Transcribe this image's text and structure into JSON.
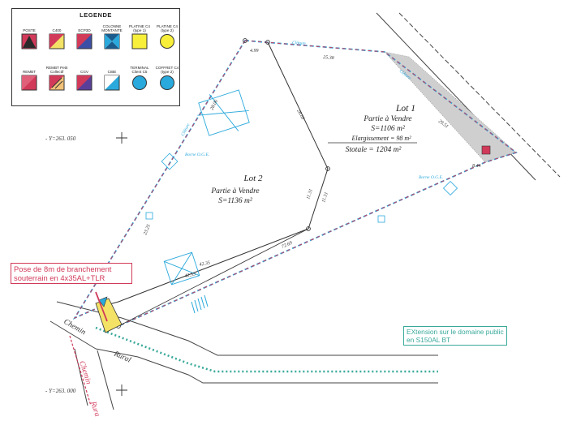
{
  "legend": {
    "title": "LEGENDE",
    "items": [
      {
        "label": "POSTE",
        "symbol": "poste",
        "fill": "#2a2a2a",
        "accent": "#d23a5a"
      },
      {
        "label": "C400",
        "symbol": "split",
        "fill": "#f3e266",
        "accent": "#d23a5a"
      },
      {
        "label": "ECP3D",
        "symbol": "split",
        "fill": "#3c4fa6",
        "accent": "#d23a5a"
      },
      {
        "label": "COLONNE MONTANTE",
        "symbol": "hourglass",
        "fill": "#2aa9dc",
        "accent": "#1b5c8c"
      },
      {
        "label": "PLATINE C4 (type 1)",
        "symbol": "square",
        "fill": "#f7ef3a",
        "accent": "#333333"
      },
      {
        "label": "PLATINE C4 (type 2)",
        "symbol": "circle",
        "fill": "#f7ef3a",
        "accent": "#333333"
      },
      {
        "label": "REMBT",
        "symbol": "split",
        "fill": "#d23a5a",
        "accent": "#e0607a"
      },
      {
        "label": "REMBT Petit Collectif",
        "symbol": "split-x",
        "fill": "#f3c27a",
        "accent": "#d23a5a"
      },
      {
        "label": "CGV",
        "symbol": "split",
        "fill": "#5a3f9a",
        "accent": "#d23a5a"
      },
      {
        "label": "CIBE",
        "symbol": "split",
        "fill": "#2aa9dc",
        "accent": "#ffffff"
      },
      {
        "label": "TERMINAL Client C5",
        "symbol": "circle",
        "fill": "#2aa9dc",
        "accent": "#333333"
      },
      {
        "label": "COFFRET C4 (type 2)",
        "symbol": "circle",
        "fill": "#2aa9dc",
        "accent": "#333333"
      }
    ]
  },
  "coords": {
    "y_top": "- Y=263. 050",
    "y_bottom": "- Y=263. 000"
  },
  "lot1": {
    "title": "Lot 1",
    "subtitle": "Partie à Vendre",
    "area": "S=1106 m²",
    "widening": "Elargissement = 98 m²",
    "total": "Stotale = 1204 m²"
  },
  "lot2": {
    "title": "Lot 2",
    "subtitle": "Partie à Vendre",
    "area": "S=1136 m²"
  },
  "dimensions": {
    "d499": "4.99",
    "d2538": "25.38",
    "d2806": "28.06",
    "d2809": "28.09",
    "d2951": "29.51",
    "d844": "8.44",
    "d1131a": "11.31",
    "d1131b": "11.31",
    "d7269": "72.69",
    "d4235a": "42.35",
    "d4235b": "42.35",
    "d2325": "23.25"
  },
  "labels": {
    "cloture_top": "Clôture",
    "cloture_left": "Clôture",
    "cloture_right": "Clôture",
    "borne1": "Borne O.G.E.",
    "borne2": "Borne O.G.E.",
    "chemin_rural_1": "Chemin",
    "chemin_rural_2": "Rural",
    "chemin_rural_3": "Chemin",
    "chemin_rural_4": "Rura"
  },
  "notes": {
    "branchement": "Pose de 8m de branchement souterrain en 4x35AL+TLR",
    "extension": "EXtension sur le domaine public en S150AL BT"
  },
  "colors": {
    "boundary_red": "#d23a5a",
    "network_blue": "#2aa9dc",
    "teal": "#39a99a",
    "ink": "#333333"
  }
}
